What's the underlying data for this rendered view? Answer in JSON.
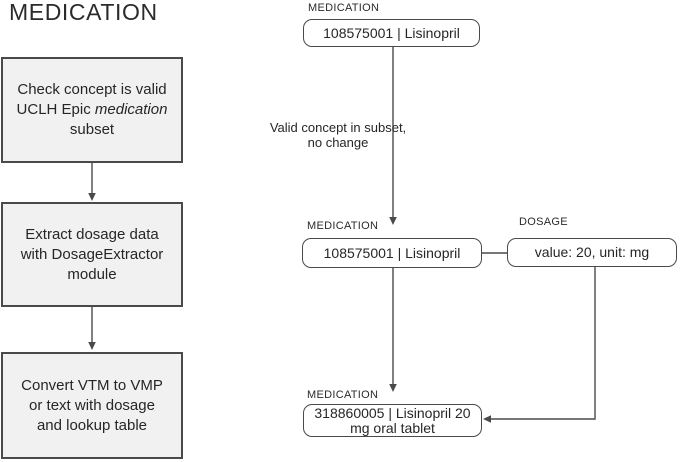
{
  "page_title": "MEDICATION",
  "left_flow": {
    "step1": {
      "line1": "Check concept is valid",
      "line2_prefix": "UCLH Epic",
      "line2_italic": "medication",
      "line3": "subset"
    },
    "step2": {
      "line1": "Extract dosage data",
      "line2": "with DosageExtractor",
      "line3": "module"
    },
    "step3": {
      "line1": "Convert VTM to VMP",
      "line2": "or text with dosage",
      "line3": "and lookup table"
    }
  },
  "right_flow": {
    "med_top": {
      "label": "MEDICATION",
      "value": "108575001 | Lisinopril"
    },
    "annotation": {
      "line1": "Valid concept in subset,",
      "line2": "no change"
    },
    "med_mid": {
      "label": "MEDICATION",
      "value": "108575001 | Lisinopril"
    },
    "dosage": {
      "label": "DOSAGE",
      "value": "value: 20, unit: mg"
    },
    "med_bottom": {
      "label": "MEDICATION",
      "line1": "318860005 | Lisinopril 20",
      "line2": "mg oral tablet"
    }
  },
  "colors": {
    "line": "#4a4a4a",
    "step_fill": "#f1f1f1",
    "text": "#262626",
    "background": "#ffffff"
  }
}
